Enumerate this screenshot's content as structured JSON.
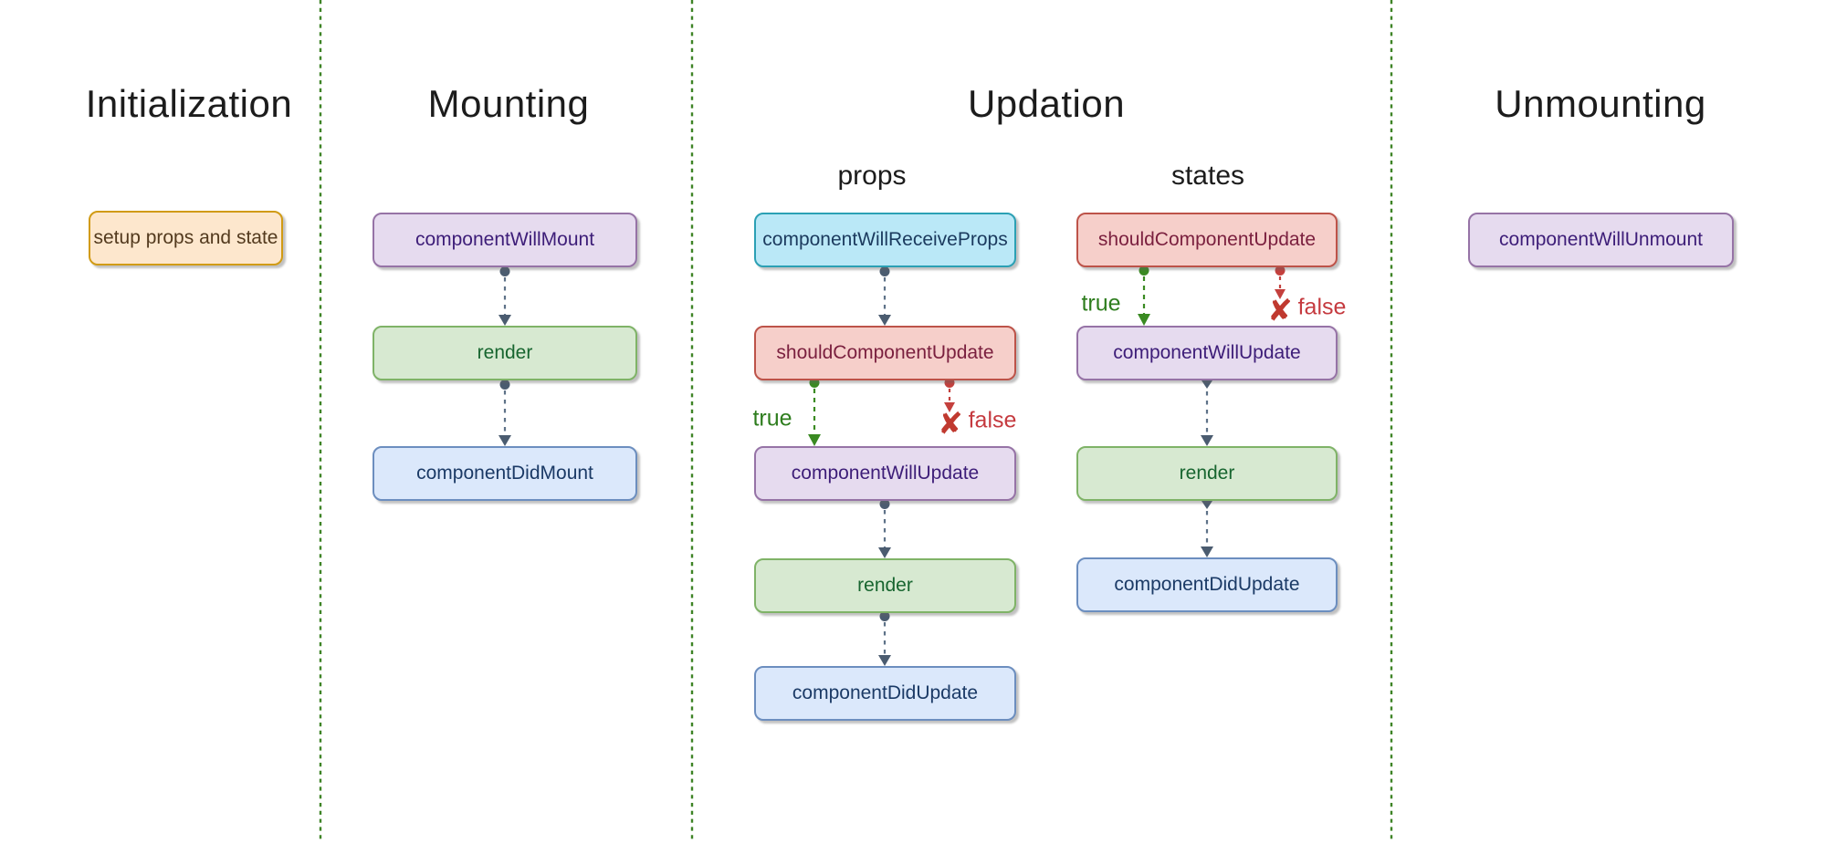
{
  "palette": {
    "separator_green": "#3e8426",
    "connector_slate": "#5e7288",
    "connector_arrow": "#4b5c70",
    "true_green": "#2e7d1e",
    "false_red": "#c53a3f",
    "node_styles": {
      "orange": {
        "fill": "#fde7cd",
        "border": "#d19b15",
        "text": "#533a1e"
      },
      "purple": {
        "fill": "#e6dbef",
        "border": "#9673a6",
        "text": "#3d1d78"
      },
      "green": {
        "fill": "#d7e9d1",
        "border": "#7fb367",
        "text": "#17652f"
      },
      "blue": {
        "fill": "#dbe8fb",
        "border": "#6c8ebf",
        "text": "#1b3a66"
      },
      "red": {
        "fill": "#f6cfca",
        "border": "#bd5349",
        "text": "#7a1f3e"
      },
      "cyan": {
        "fill": "#bae8f7",
        "border": "#2ba0b4",
        "text": "#1b3a5e"
      }
    }
  },
  "sections": [
    {
      "title": "Initialization",
      "nodes": [
        {
          "label": "setup props and state",
          "style": "orange"
        }
      ]
    },
    {
      "title": "Mounting",
      "nodes": [
        {
          "label": "componentWillMount",
          "style": "purple"
        },
        {
          "label": "render",
          "style": "green"
        },
        {
          "label": "componentDidMount",
          "style": "blue"
        }
      ]
    },
    {
      "title": "Updation",
      "columns": [
        {
          "heading": "props",
          "nodes": [
            {
              "label": "componentWillReceiveProps",
              "style": "cyan"
            },
            {
              "label": "shouldComponentUpdate",
              "style": "red"
            },
            {
              "label": "componentWillUpdate",
              "style": "purple"
            },
            {
              "label": "render",
              "style": "green"
            },
            {
              "label": "componentDidUpdate",
              "style": "blue"
            }
          ],
          "branches": {
            "true_label": "true",
            "false_label": "false",
            "x_mark": "✘"
          }
        },
        {
          "heading": "states",
          "nodes": [
            {
              "label": "shouldComponentUpdate",
              "style": "red"
            },
            {
              "label": "componentWillUpdate",
              "style": "purple"
            },
            {
              "label": "render",
              "style": "green"
            },
            {
              "label": "componentDidUpdate",
              "style": "blue"
            }
          ],
          "branches": {
            "true_label": "true",
            "false_label": "false",
            "x_mark": "✘"
          }
        }
      ]
    },
    {
      "title": "Unmounting",
      "nodes": [
        {
          "label": "componentWillUnmount",
          "style": "purple"
        }
      ]
    }
  ]
}
